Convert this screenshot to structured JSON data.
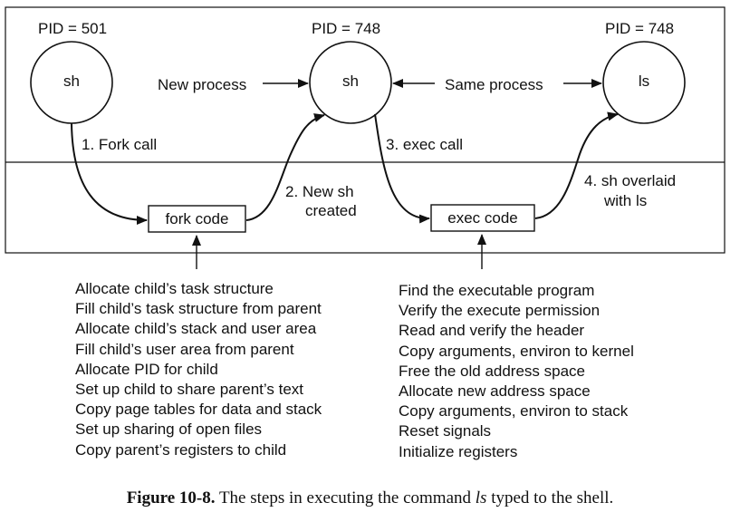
{
  "pids": {
    "left": "PID = 501",
    "middle": "PID = 748",
    "right": "PID = 748"
  },
  "processes": {
    "left": "sh",
    "middle": "sh",
    "right": "ls"
  },
  "annotations": {
    "new_process": "New process",
    "same_process": "Same process",
    "step1": "1. Fork call",
    "step2_line1": "2. New sh",
    "step2_line2": "created",
    "step3": "3. exec call",
    "step4_line1": "4. sh overlaid",
    "step4_line2": "with ls"
  },
  "boxes": {
    "fork": "fork code",
    "exec": "exec code"
  },
  "fork_steps": [
    "Allocate child’s task structure",
    "Fill child’s task structure from parent",
    "Allocate child’s stack and user area",
    "Fill child’s user area from parent",
    "Allocate PID for child",
    "Set up child to share parent’s text",
    "Copy page tables for data and stack",
    "Set up sharing of open files",
    "Copy parent’s registers to child"
  ],
  "exec_steps": [
    "Find the executable program",
    "Verify the execute permission",
    "Read and verify the header",
    "Copy arguments, environ to kernel",
    "Free the old address space",
    "Allocate new address space",
    "Copy arguments, environ to stack",
    "Reset signals",
    "Initialize registers"
  ],
  "caption": {
    "label": "Figure 10-8.",
    "text_before": "The steps in executing the command",
    "command": "ls",
    "text_after": "typed to the shell."
  }
}
